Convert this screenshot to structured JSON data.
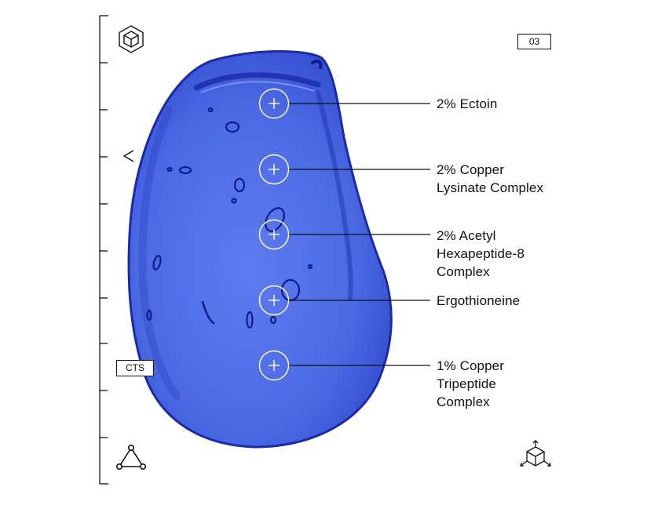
{
  "badges": {
    "page_number": "03",
    "category": "CTS"
  },
  "icons": {
    "top_left": "cube-icon",
    "back": "chevron-left-icon",
    "bottom_left": "triangle-nodes-icon",
    "bottom_right": "cube-axes-icon"
  },
  "colors": {
    "gel": "#4f6fe6",
    "gel_dark": "#1d2fb8",
    "line": "#111111",
    "marker": "#ffffff"
  },
  "ingredients": [
    {
      "lines": [
        "2% Ectoin"
      ]
    },
    {
      "lines": [
        "2% Copper",
        "Lysinate Complex"
      ]
    },
    {
      "lines": [
        "2% Acetyl",
        "Hexapeptide-8",
        "Complex"
      ]
    },
    {
      "lines": [
        "Ergothioneine"
      ]
    },
    {
      "lines": [
        "1% Copper",
        "Tripeptide",
        "Complex"
      ]
    }
  ]
}
